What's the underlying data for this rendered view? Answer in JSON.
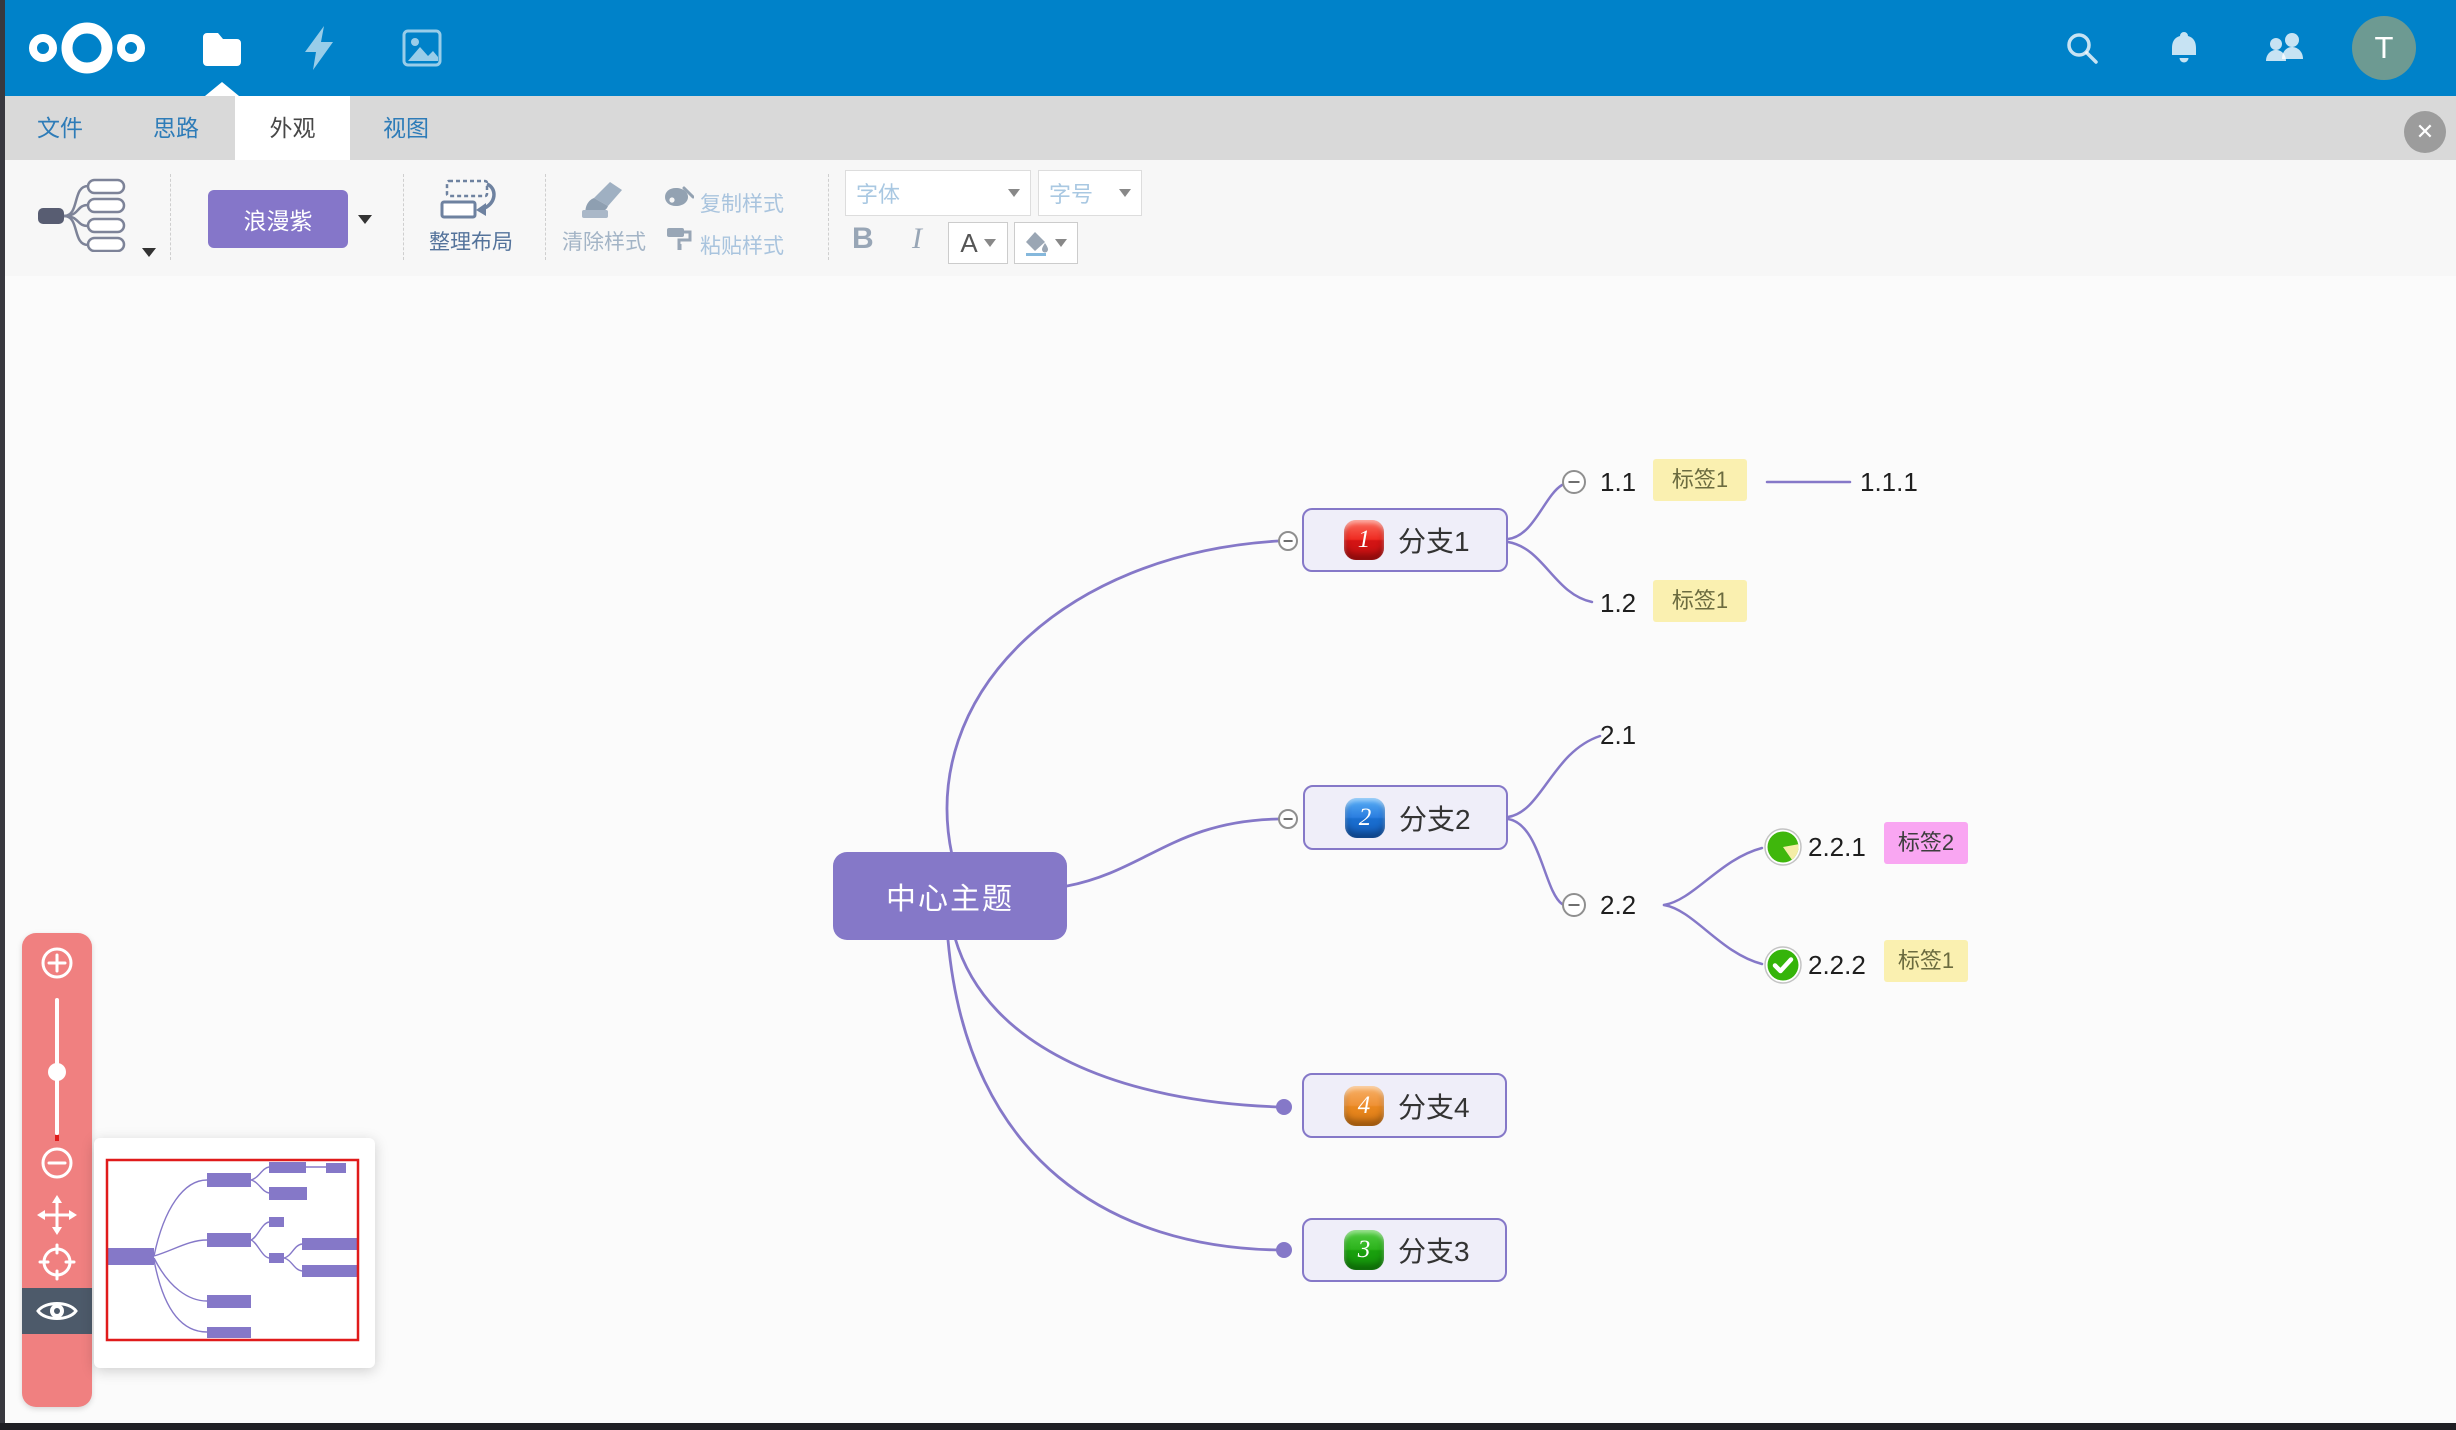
{
  "header": {
    "app": "Nextcloud",
    "avatar_initial": "T",
    "accent_color": "#0082c9",
    "icons": {
      "logo": "nextcloud-logo",
      "files": "folder-icon",
      "activity": "lightning-icon",
      "photos": "photos-icon",
      "search": "search-icon",
      "notifications": "bell-icon",
      "contacts": "contacts-icon"
    }
  },
  "tabs": {
    "items": [
      "文件",
      "思路",
      "外观",
      "视图"
    ],
    "active": "外观",
    "close_glyph": "✕"
  },
  "toolbar": {
    "layout_picker_icon": "mindmap-structure-icon",
    "theme_button": {
      "label": "浪漫紫",
      "color": "#8576c9"
    },
    "arrange_layout": "整理布局",
    "clear_style": "清除样式",
    "copy_style": "复制样式",
    "paste_style": "粘贴样式",
    "font_family_placeholder": "字体",
    "font_size_placeholder": "字号",
    "bold": "B",
    "italic": "I",
    "font_color": "A"
  },
  "mindmap": {
    "theme_name": "浪漫紫",
    "root": {
      "label": "中心主题"
    },
    "branches": [
      {
        "label": "分支1",
        "priority": "1",
        "priority_color": "#e02318"
      },
      {
        "label": "分支2",
        "priority": "2",
        "priority_color": "#2b7ee0"
      },
      {
        "label": "分支4",
        "priority": "4",
        "priority_color": "#ef9236"
      },
      {
        "label": "分支3",
        "priority": "3",
        "priority_color": "#2cb31c"
      }
    ],
    "subtopics": {
      "n11": {
        "label": "1.1",
        "tag": "标签1"
      },
      "n111": {
        "label": "1.1.1"
      },
      "n12": {
        "label": "1.2",
        "tag": "标签1"
      },
      "n21": {
        "label": "2.1"
      },
      "n22": {
        "label": "2.2"
      },
      "n221": {
        "label": "2.2.1",
        "tag": "标签2",
        "icon": "progress-pie-icon"
      },
      "n222": {
        "label": "2.2.2",
        "tag": "标签1",
        "icon": "check-circle-icon"
      }
    },
    "colors": {
      "line": "#8578c8",
      "node_fill": "#efeef9",
      "root_fill": "#8578c8",
      "tag_yellow": "#faf0b0",
      "tag_pink": "#f9a6f2"
    }
  },
  "navigator": {
    "icons": {
      "zoom_in": "plus-circle-icon",
      "zoom_out": "minus-circle-icon",
      "pan": "move-arrows-icon",
      "locate_root": "locate-target-icon",
      "toggle_navigator": "eye-icon"
    },
    "viewport_color": "#e01b1b",
    "bar_color": "#f08080"
  }
}
